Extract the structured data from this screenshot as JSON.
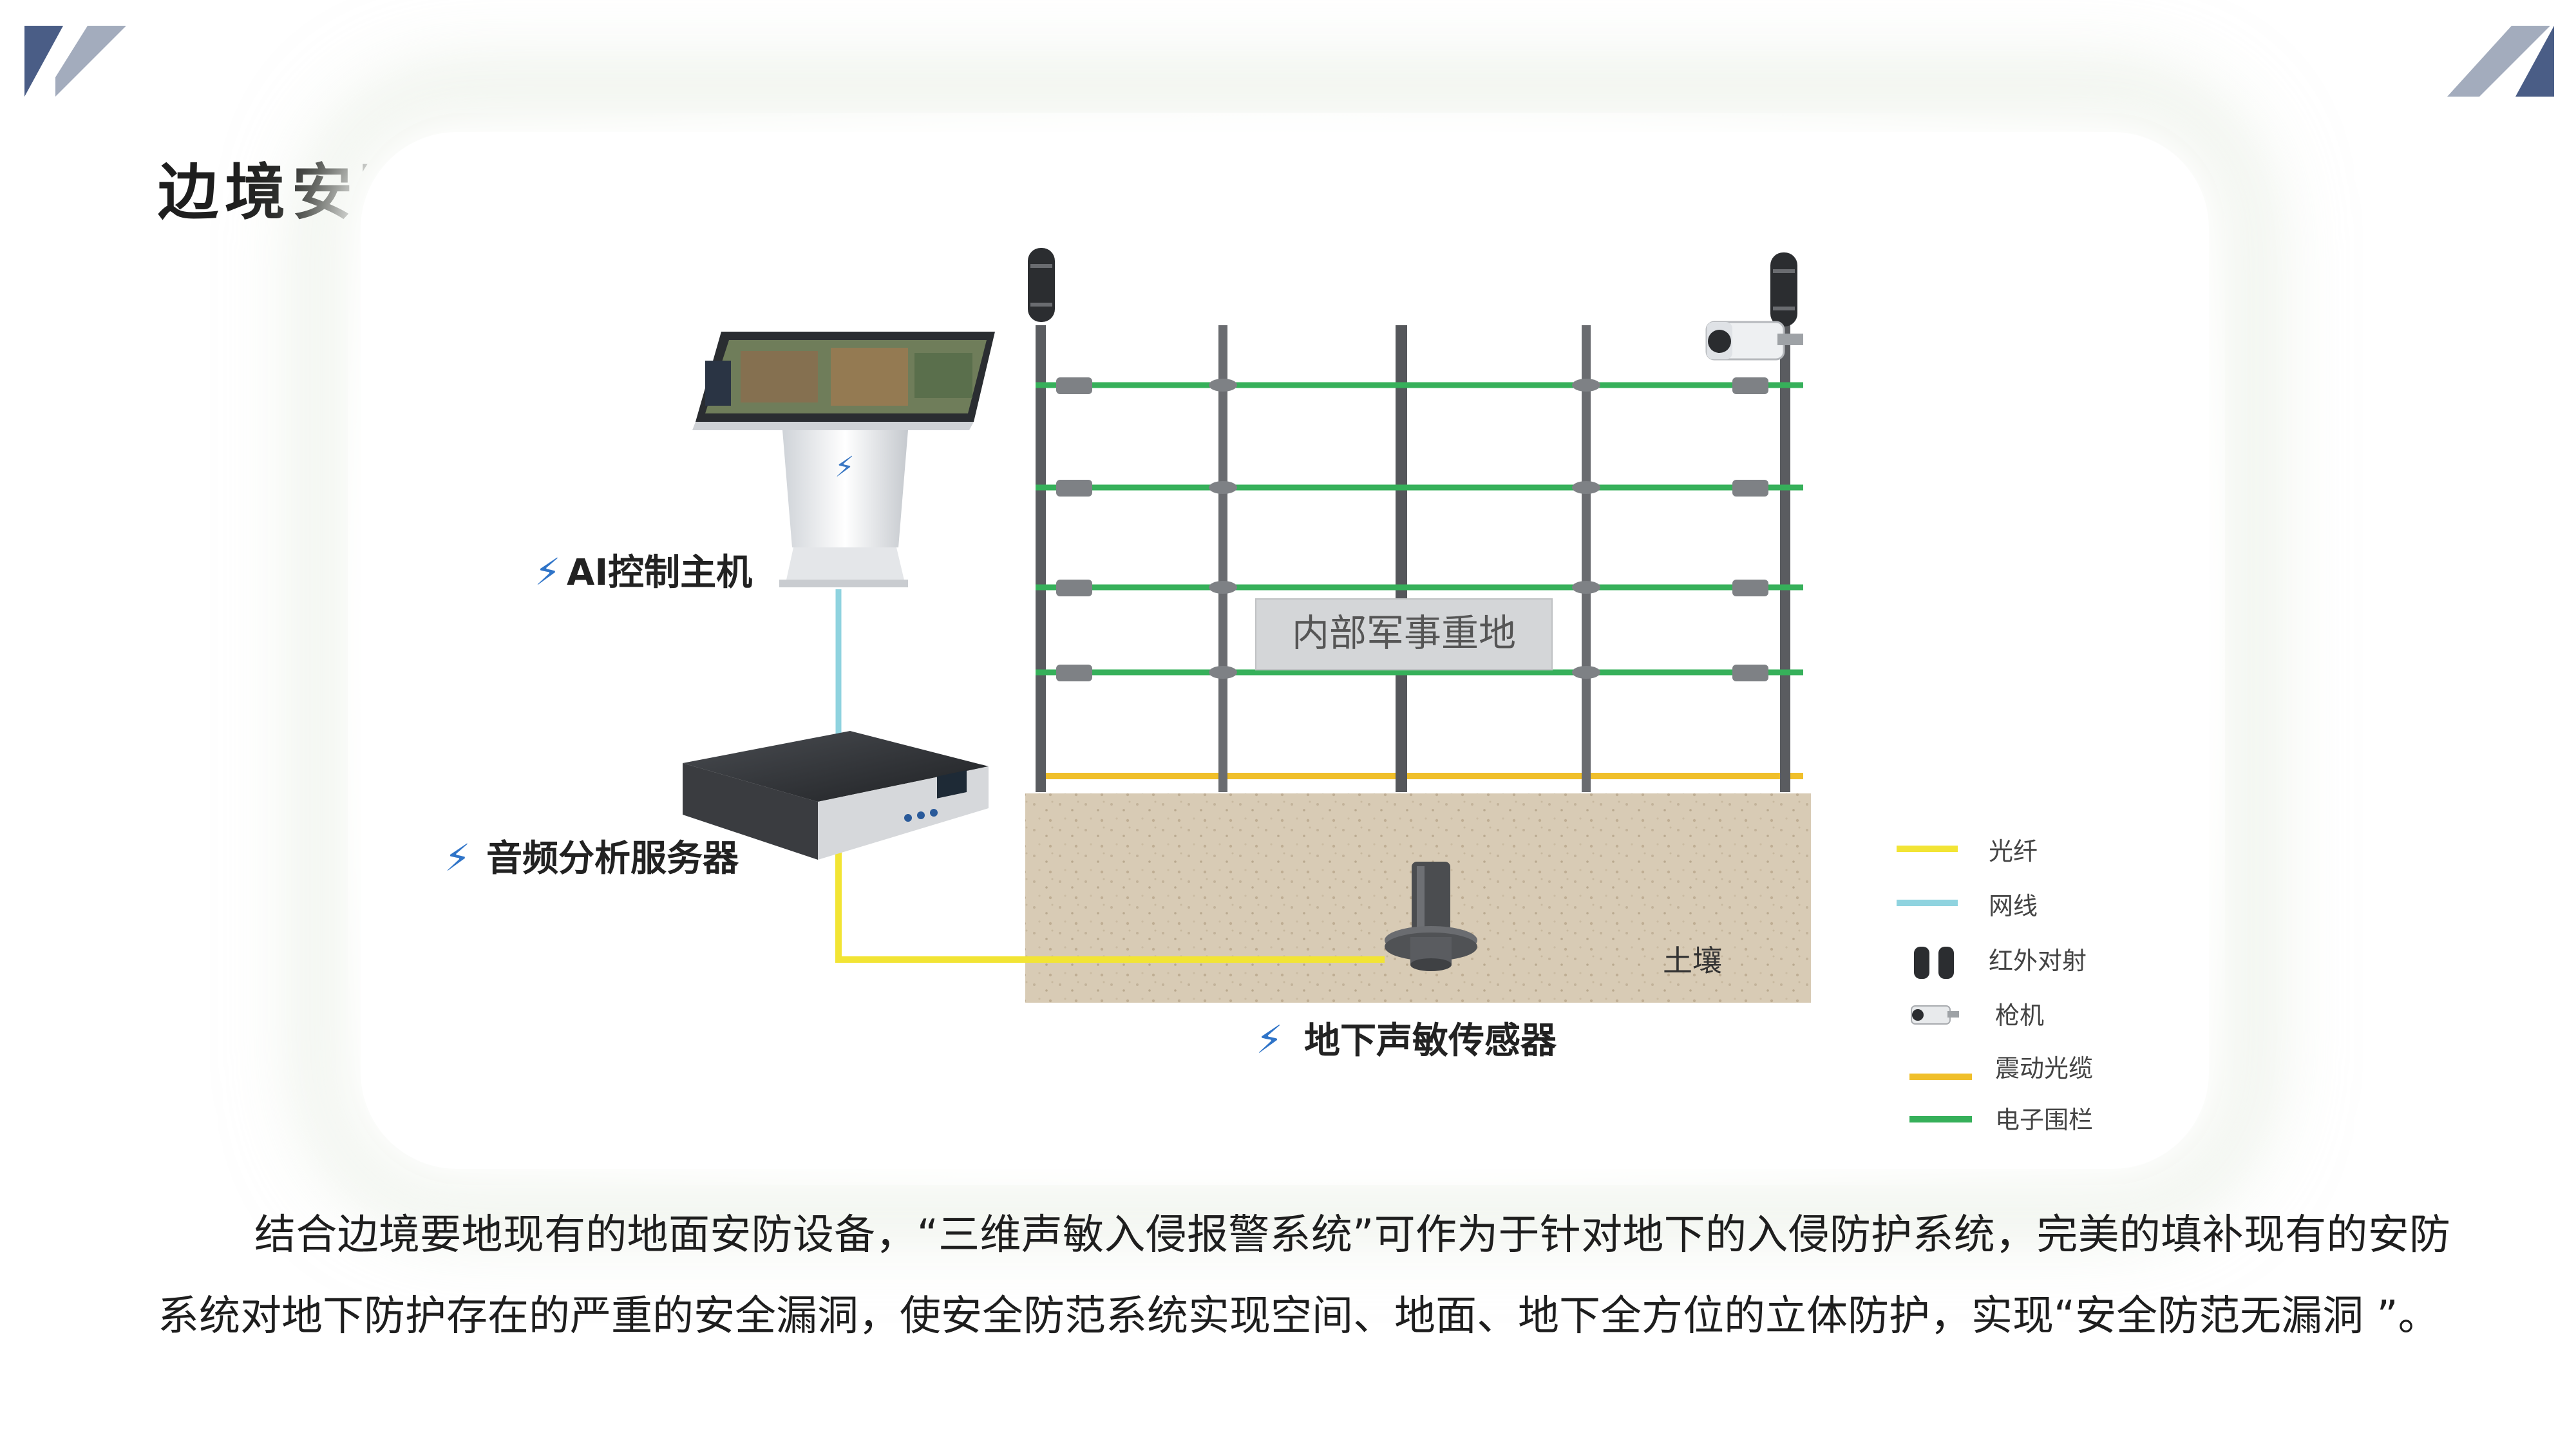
{
  "title": "边境安防部署示意图",
  "diagram": {
    "fence_label": "内部军事重地",
    "soil_label": "土壤",
    "devices": {
      "ai_host": "AI控制主机",
      "audio_server": "音频分析服务器",
      "underground_sensor": "地下声敏传感器"
    },
    "legend": [
      {
        "label": "光纤",
        "symbol": "line",
        "color": "#f2e434"
      },
      {
        "label": "网线",
        "symbol": "line",
        "color": "#8fd3df"
      },
      {
        "label": "红外对射",
        "symbol": "infrared-icon"
      },
      {
        "label": "枪机",
        "symbol": "camera-icon"
      },
      {
        "label": "震动光缆",
        "symbol": "line",
        "color": "#f0bf2a"
      },
      {
        "label": "电子围栏",
        "symbol": "line",
        "color": "#36b05a"
      }
    ],
    "colors": {
      "fiber": "#f2e434",
      "network": "#8fd3df",
      "vibration_cable": "#f0bf2a",
      "electric_fence": "#36b05a",
      "soil": "#d8cbb5"
    }
  },
  "paragraph": "结合边境要地现有的地面安防设备，“三维声敏入侵报警系统”可作为于针对地下的入侵防护系统，完美的填补现有的安防系统对地下防护存在的严重的安全漏洞，使安全防范系统实现空间、地面、地下全方位的立体防护，实现“安全防范无漏洞 ”。"
}
